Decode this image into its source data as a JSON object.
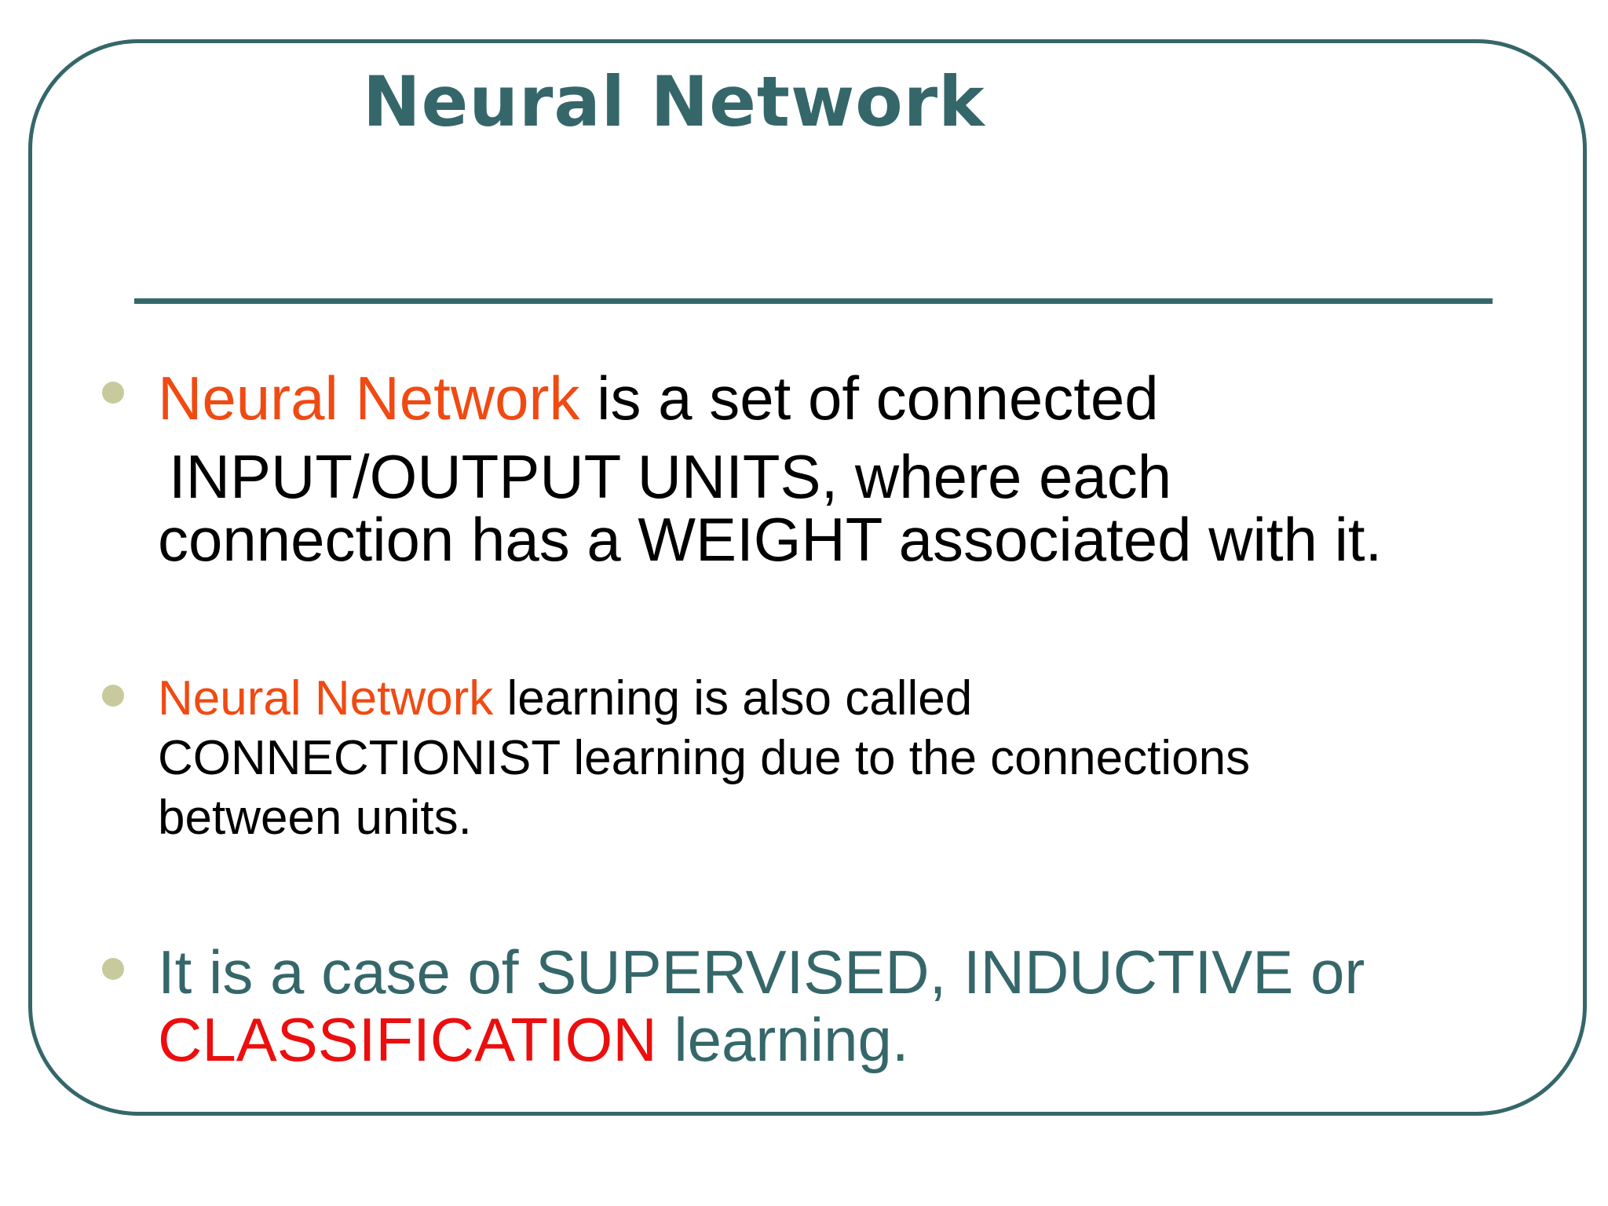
{
  "slide": {
    "title": "Neural Network"
  },
  "bullets": [
    {
      "highlight": "Neural Network",
      "line1_rest": " is a set of connected",
      "line2": "INPUT/OUTPUT UNITS, where each",
      "line3": "connection has a WEIGHT associated with it."
    },
    {
      "highlight": "Neural Network",
      "line1_rest": " learning is also called",
      "line2": "CONNECTIONIST learning due to the connections",
      "line3": "between units."
    },
    {
      "line1": "It is a case of SUPERVISED, INDUCTIVE or",
      "highlight": "CLASSIFICATION",
      "line2_rest": " learning."
    }
  ],
  "colors": {
    "theme_teal": "#35676a",
    "highlight_orange": "#f04a13",
    "highlight_red": "#ec0e0e",
    "bullet_dot": "#c8ca9d"
  }
}
